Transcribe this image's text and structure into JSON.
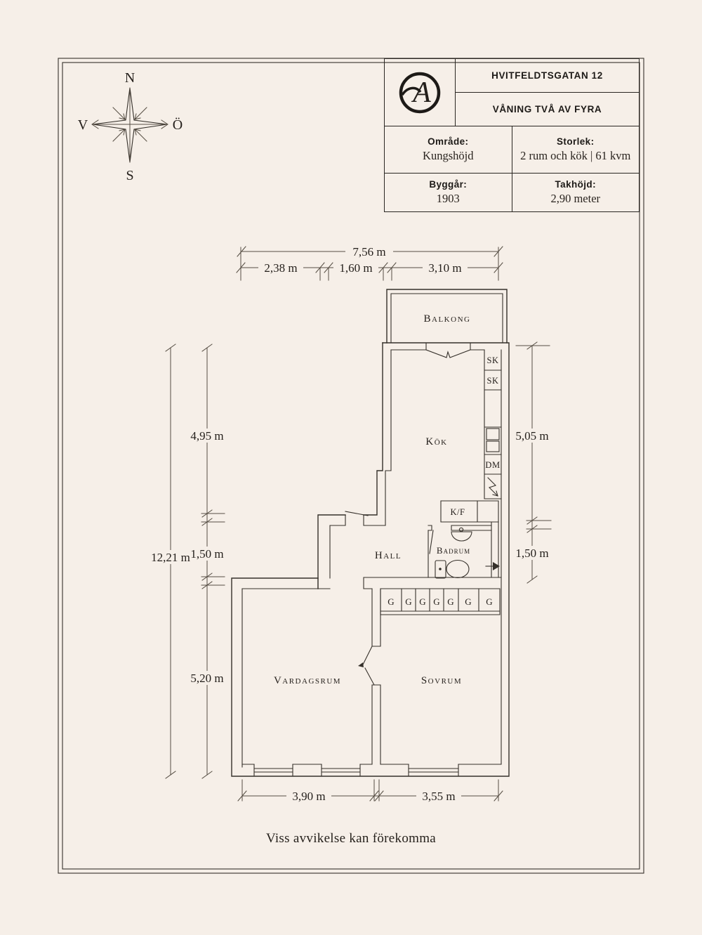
{
  "colors": {
    "background": "#f6efe8",
    "line": "#35302a",
    "dim_line": "#554d43",
    "text": "#241f1b"
  },
  "compass": {
    "north": "N",
    "south": "S",
    "west": "V",
    "east": "Ö"
  },
  "title_block": {
    "logo_letter": "A",
    "address": "HVITFELDTSGATAN 12",
    "floor": "VÅNING TVÅ AV FYRA",
    "fields": [
      {
        "label": "Område:",
        "value": "Kungshöjd"
      },
      {
        "label": "Storlek:",
        "value": "2 rum och kök | 61 kvm"
      },
      {
        "label": "Byggår:",
        "value": "1903"
      },
      {
        "label": "Takhöjd:",
        "value": "2,90 meter"
      }
    ]
  },
  "rooms": {
    "balcony": "Balkong",
    "kitchen": "Kök",
    "hall": "Hall",
    "bathroom": "Badrum",
    "living_room": "Vardagsrum",
    "bedroom": "Sovrum"
  },
  "fixtures": {
    "cabinet_top": "SK",
    "cabinet_bottom": "SK",
    "dishwasher": "DM",
    "fridge_freezer": "K/F",
    "wardrobes": [
      "G",
      "G",
      "G",
      "G",
      "G",
      "G",
      "G"
    ]
  },
  "dimensions": {
    "top_total": "7,56 m",
    "top_segments": [
      "2,38 m",
      "1,60 m",
      "3,10 m"
    ],
    "left_total": "12,21 m",
    "left_segments": [
      "4,95 m",
      "1,50 m",
      "5,20 m"
    ],
    "right_segments": [
      "5,05 m",
      "1,50 m"
    ],
    "bottom_segments": [
      "3,90 m",
      "3,55 m"
    ]
  },
  "footer": "Viss avvikelse kan förekomma"
}
